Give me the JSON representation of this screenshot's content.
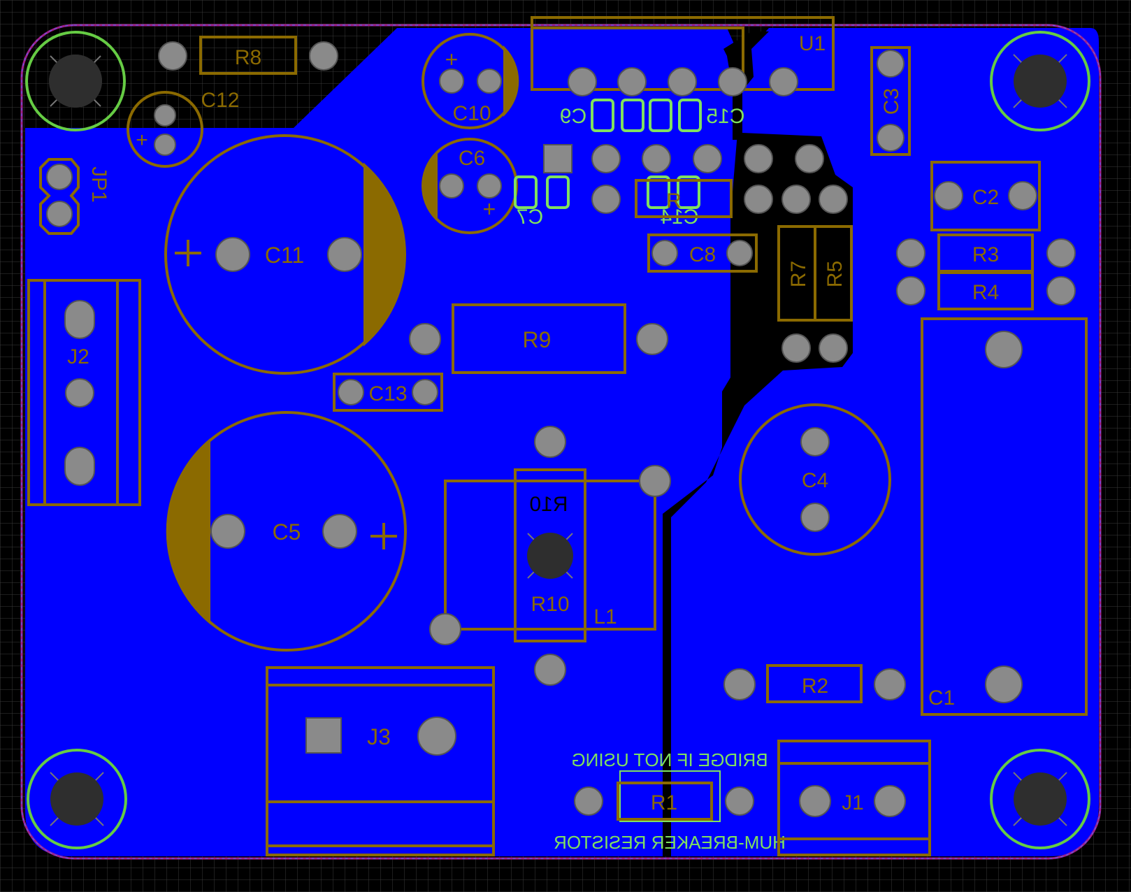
{
  "colors": {
    "background": "#000000",
    "copper": "#0000ff",
    "silkscreen": "#8b6a00",
    "pad": "#8a8a8a",
    "bottom_silk": "#80e060",
    "mount_ring": "#66cc44",
    "outline": "#a0208a"
  },
  "labels": {
    "r8": "R8",
    "c12": "C12",
    "c10": "C10",
    "u1": "U1",
    "c3": "C3",
    "c9": "C9",
    "c15": "C15",
    "c6": "C6",
    "jp1": "JP1",
    "c11": "C11",
    "c7": "C7",
    "c14": "C14",
    "r_small": "R",
    "c8": "C8",
    "c2": "C2",
    "r3": "R3",
    "r4": "R4",
    "r7": "R7",
    "r5": "R5",
    "j2": "J2",
    "r9": "R9",
    "c13": "C13",
    "c4": "C4",
    "c5": "C5",
    "r10_top": "R10",
    "r10": "R10",
    "l1": "L1",
    "c1": "C1",
    "r2": "R2",
    "j3": "J3",
    "r1": "R1",
    "j1": "J1",
    "note_top": "BRIDGE IF NOT USING",
    "note_bottom": "HUM-BREAKER RESISTOR"
  },
  "plus_sign": "+"
}
